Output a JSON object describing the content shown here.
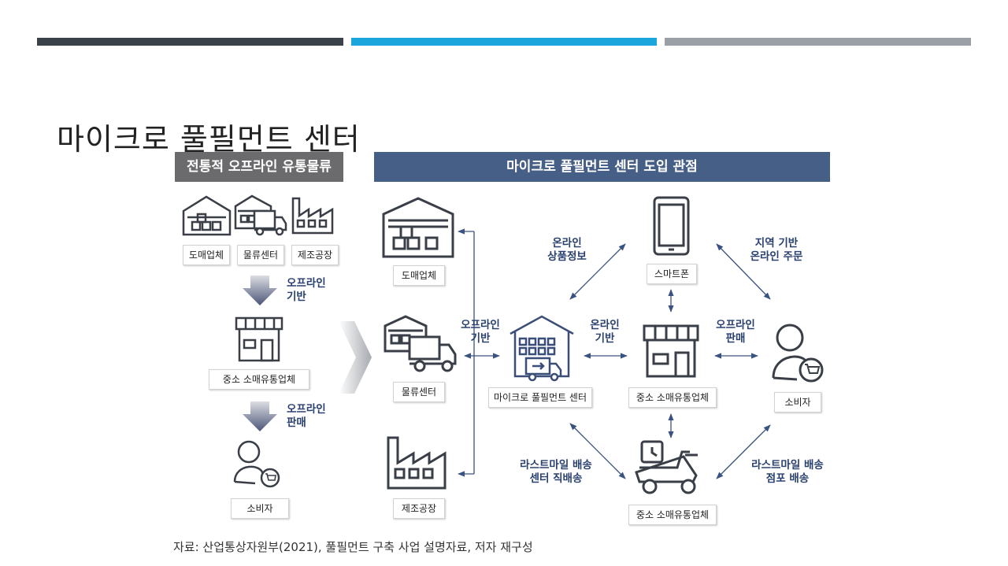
{
  "slide": {
    "title": "마이크로 풀필먼트 센터",
    "source": "자료: 산업통상자원부(2021), 풀필먼트 구축 사업 설명자료, 저자 재구성"
  },
  "left_panel": {
    "header": "전통적 오프라인 유통물류",
    "entities": [
      "도매업체",
      "물류센터",
      "제조공장"
    ],
    "arrow1_label": [
      "오프라인",
      "기반"
    ],
    "retailer": "중소 소매유통업체",
    "arrow2_label": [
      "오프라인",
      "판매"
    ],
    "consumer": "소비자"
  },
  "right_panel": {
    "header": "마이크로 풀필먼트 센터 도입 관점",
    "suppliers": [
      "도매업체",
      "물류센터",
      "제조공장"
    ],
    "supply_label": [
      "오프라인",
      "기반"
    ],
    "mfc": "마이크로 풀필먼트 센터",
    "mfc_retailer_label": [
      "온라인",
      "기반"
    ],
    "retailer": "중소 소매유통업체",
    "retailer_consumer_label": [
      "오프라인",
      "판매"
    ],
    "consumer": "소비자",
    "smartphone": "스마트폰",
    "online_info_label": [
      "온라인",
      "상품정보"
    ],
    "local_order_label": [
      "지역 기반",
      "온라인 주문"
    ],
    "delivery": "중소 소매유통업체",
    "center_delivery_label": [
      "라스트마일 배송",
      "센터 직배송"
    ],
    "store_delivery_label": [
      "라스트마일 배송",
      "점포 배송"
    ]
  },
  "colors": {
    "bar_dark": "#3b4149",
    "bar_blue": "#1aa6dc",
    "bar_gray": "#9aa0a6",
    "header_left": "#6b6b6d",
    "header_right": "#465f86",
    "label_text": "#2a4170",
    "icon_stroke": "#3a3f47"
  }
}
